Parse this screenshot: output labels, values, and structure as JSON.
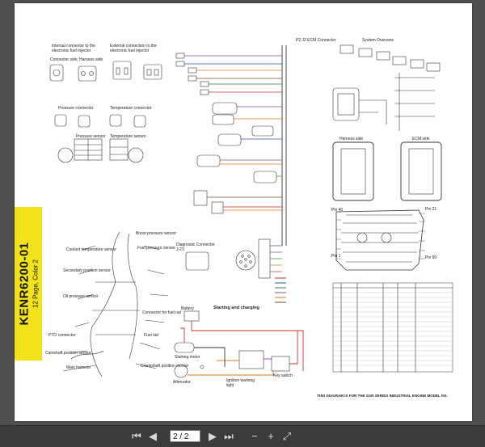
{
  "document": {
    "side_title": "KENR6200-01",
    "side_subtitle": "12 Page, Color 2",
    "footer_note": "THIS DIAGRAM IS FOR THE 1100 SERIES INDUSTRIAL ENGINE MODEL P.E."
  },
  "labels": {
    "internal_connector": "Internal connector to the electronic fuel injector",
    "external_connector": "External connection to the electronic fuel injector",
    "connector_side": "Connector side",
    "harness_side": "Harness side",
    "pressure_connector": "Pressure connector",
    "temperature_connector": "Temperature connector",
    "pressure_sensor": "Pressure sensor",
    "temperature_sensor": "Temperature sensor",
    "ecm_connector": "P2   J2   ECM Connector",
    "system_overview": "System Overview",
    "harness_side_ecm": "Harness side",
    "ecm_side": "ECM side",
    "diagnostic_connector": "Diagnostic Connector",
    "diag_code": "J-23",
    "starting_charging": "Starting and charging",
    "battery": "Battery",
    "starting_motor": "Starting motor",
    "alternator": "Alternator",
    "key_switch": "Key switch",
    "ignition_light": "Ignition warning light",
    "pin_40": "Pin 40",
    "pin_1": "Pin 1",
    "pin_21": "Pin 21",
    "pin_60": "Pin 60",
    "boost_pressure": "Boost pressure sensor",
    "fuel_pressure": "Fuel pressure sensor",
    "camshaft_sensor": "Camshaft position sensor",
    "crankshaft_sensor": "Crankshaft position sensor",
    "coolant_temp": "Coolant temperature sensor",
    "secondary_position": "Secondary position sensor",
    "connector_fuel": "Connector for fuel rail",
    "fuel_rail": "Fuel rail",
    "pto_connector": "PTO connector",
    "oil_pressure": "Oil pressure sensor",
    "main_harness": "Main harness"
  },
  "toolbar": {
    "first_page": "⏮",
    "prev_page": "◀",
    "page_value": "2 / 2",
    "next_page": "▶",
    "last_page": "⏭",
    "zoom_out": "−",
    "zoom_in": "+",
    "fit": "⤢"
  },
  "colors": {
    "yellow_band": "#f2e219",
    "wire_orange": "#e0781e",
    "wire_purple": "#8c4aa8",
    "wire_red": "#c8322a",
    "wire_brown": "#7a4a2a",
    "wire_green": "#2f8a3a",
    "wire_blue": "#2b4fa0"
  }
}
